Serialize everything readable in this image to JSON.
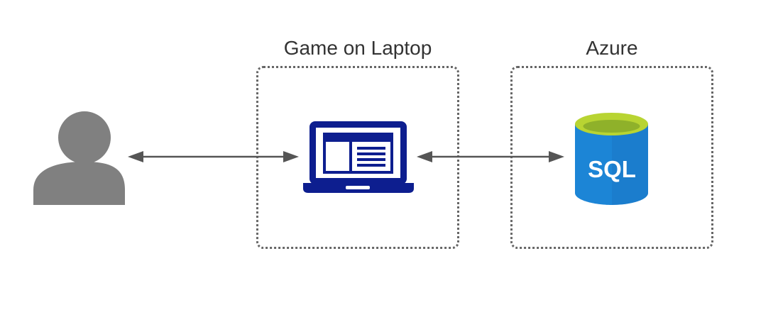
{
  "diagram": {
    "containers": [
      {
        "id": "laptop",
        "title": "Game on Laptop"
      },
      {
        "id": "azure",
        "title": "Azure"
      }
    ],
    "nodes": {
      "user": {
        "icon": "user-icon",
        "color": "#808080"
      },
      "laptop": {
        "icon": "laptop-icon",
        "color": "#0d1e8f"
      },
      "database": {
        "icon": "sql-database-icon",
        "label": "SQL",
        "top_color": "#b8d432",
        "body_color": "#1c85d6",
        "label_color": "#ffffff"
      }
    },
    "connections": [
      {
        "from": "user",
        "to": "laptop",
        "direction": "bidirectional"
      },
      {
        "from": "laptop",
        "to": "database",
        "direction": "bidirectional"
      }
    ],
    "colors": {
      "border": "#666666",
      "arrow": "#555555",
      "title": "#333333"
    }
  }
}
